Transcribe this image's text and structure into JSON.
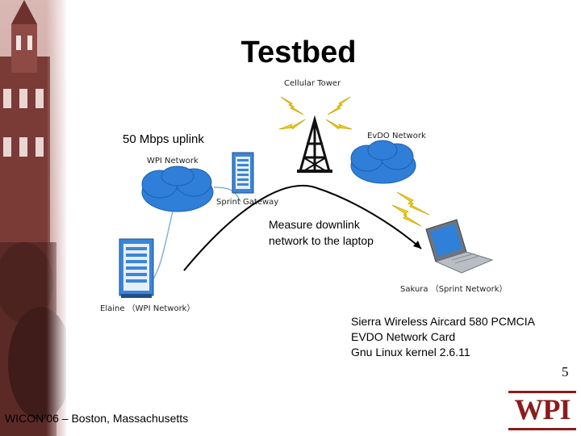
{
  "title": "Testbed",
  "labels": {
    "cellular_tower": "Cellular  Tower",
    "evdo_network": "EvDO  Network",
    "uplink": "50 Mbps uplink",
    "wpi_network": "WPI  Network",
    "sprint_gateway": "Sprint  Gateway",
    "measure_line1": "Measure downlink",
    "measure_line2": "network to the laptop",
    "sakura": "Sakura （Sprint  Network）",
    "elaine": "Elaine （WPI  Network）"
  },
  "specs": [
    "Sierra Wireless Aircard 580 PCMCIA",
    "EVDO Network Card",
    "Gnu Linux kernel 2.6.11"
  ],
  "page_number": "5",
  "footer": "WICON’06 – Boston, Massachusetts",
  "logo_text": "WPI",
  "colors": {
    "cloud": "#2f7fd8",
    "server": "#3a86d9",
    "lightning": "#f5d21a",
    "brand": "#8b1c1c"
  }
}
